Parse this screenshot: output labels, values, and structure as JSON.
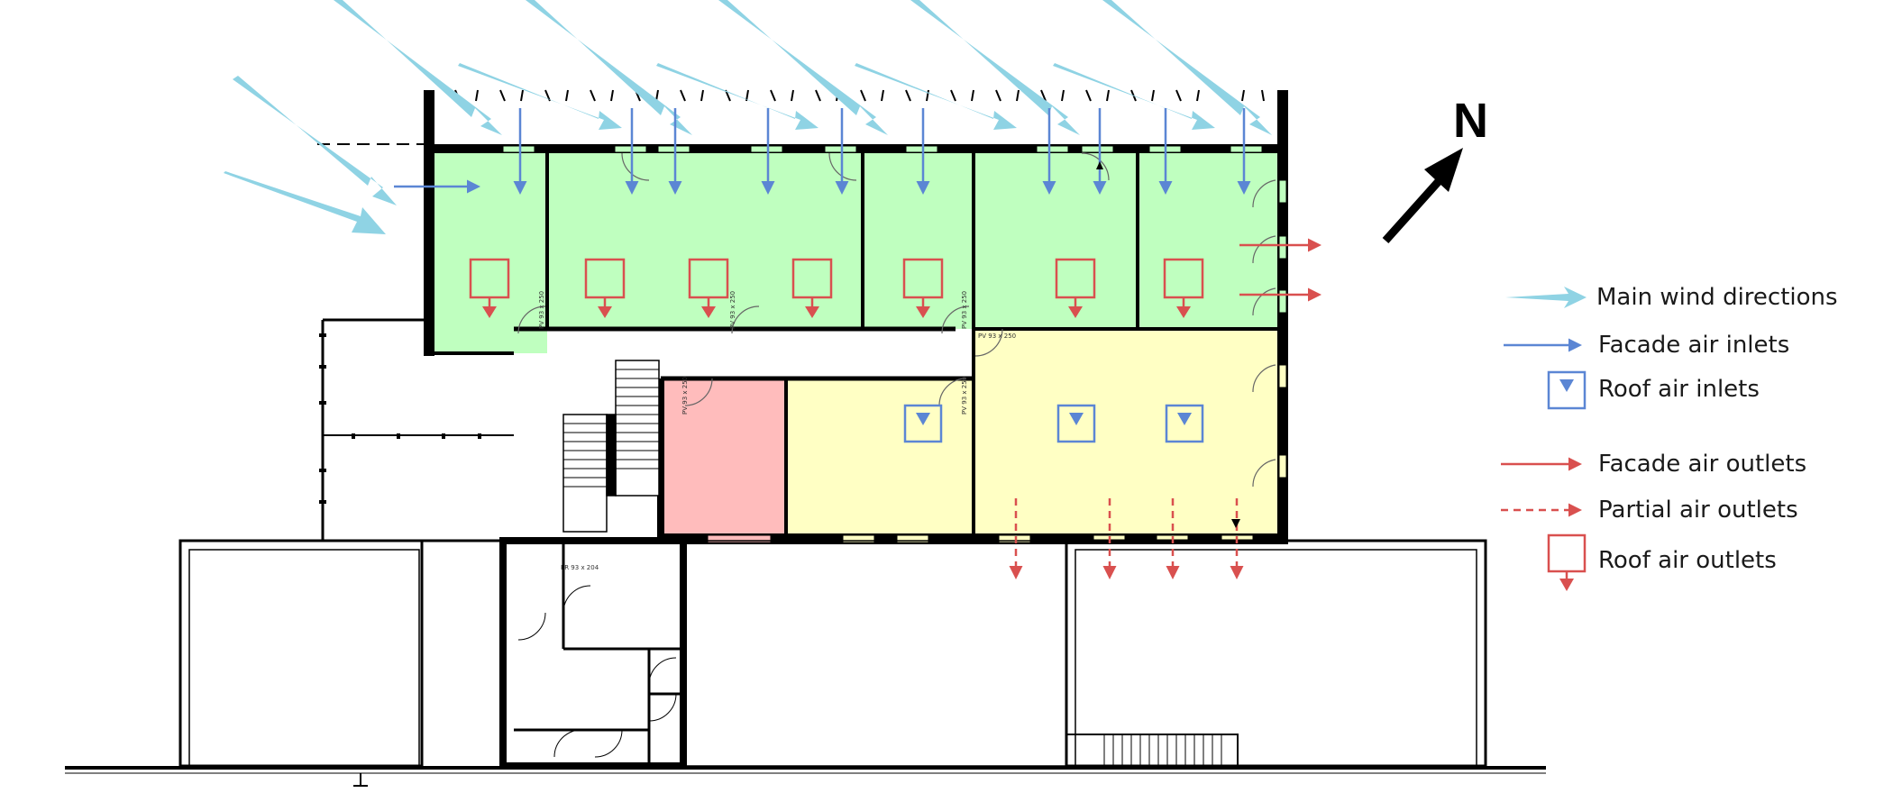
{
  "colors": {
    "wind": "#8fd3e4",
    "inlet": "#5b86d4",
    "outlet": "#d9504f",
    "zone_green": "#bfffbf",
    "zone_yellow": "#ffffc4",
    "zone_red": "#ffbcbc",
    "wall": "#000000"
  },
  "compass": {
    "label": "N"
  },
  "legend": {
    "items": [
      {
        "key": "wind",
        "label": "Main wind directions"
      },
      {
        "key": "facade_inlet",
        "label": "Facade air inlets"
      },
      {
        "key": "roof_inlet",
        "label": "Roof air inlets"
      },
      {
        "key": "facade_outlet",
        "label": "Facade air outlets"
      },
      {
        "key": "partial_outlet",
        "label": "Partial air outlets"
      },
      {
        "key": "roof_outlet",
        "label": "Roof air outlets"
      }
    ]
  },
  "door_tags": [
    "PV 93 x 250",
    "PV 93 x 250",
    "PV 93 x 250",
    "PV 93 x 250",
    "PV 93 x 250",
    "PV 93 x 250",
    "PR 93 x 204"
  ]
}
